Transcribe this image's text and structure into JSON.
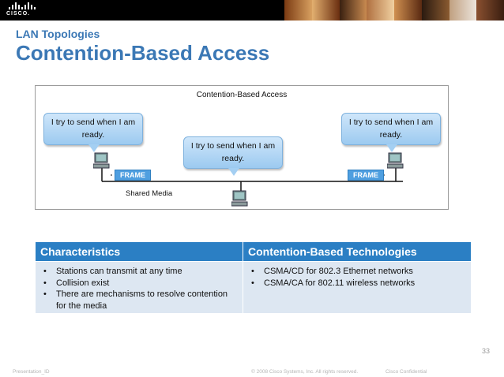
{
  "logo": {
    "text": "CISCO."
  },
  "header": {
    "subtitle": "LAN Topologies",
    "title": "Contention-Based Access"
  },
  "diagram": {
    "title": "Contention-Based Access",
    "bubble_left": "I try to send when I am ready.",
    "bubble_center": "I try to send when I am ready.",
    "bubble_right": "I try to send when I am ready.",
    "frame_left": "FRAME",
    "frame_right": "FRAME",
    "media_label": "Shared Media"
  },
  "table": {
    "headers": [
      "Characteristics",
      "Contention-Based Technologies"
    ],
    "characteristics": [
      "Stations can transmit at any time",
      "Collision exist",
      "There are mechanisms to resolve contention for the media"
    ],
    "technologies": [
      "CSMA/CD for 802.3 Ethernet networks",
      "CSMA/CA for 802.11 wireless  networks"
    ]
  },
  "footer": {
    "presentation_id": "Presentation_ID",
    "copyright": "© 2008 Cisco Systems, Inc. All rights reserved.",
    "confidential": "Cisco Confidential",
    "page_number": "33"
  },
  "colors": {
    "accent": "#3b78b5",
    "table_header": "#2b7fc4",
    "table_body": "#dde7f2",
    "bubble": "#a4cff2",
    "frame": "#4f9fe0"
  }
}
